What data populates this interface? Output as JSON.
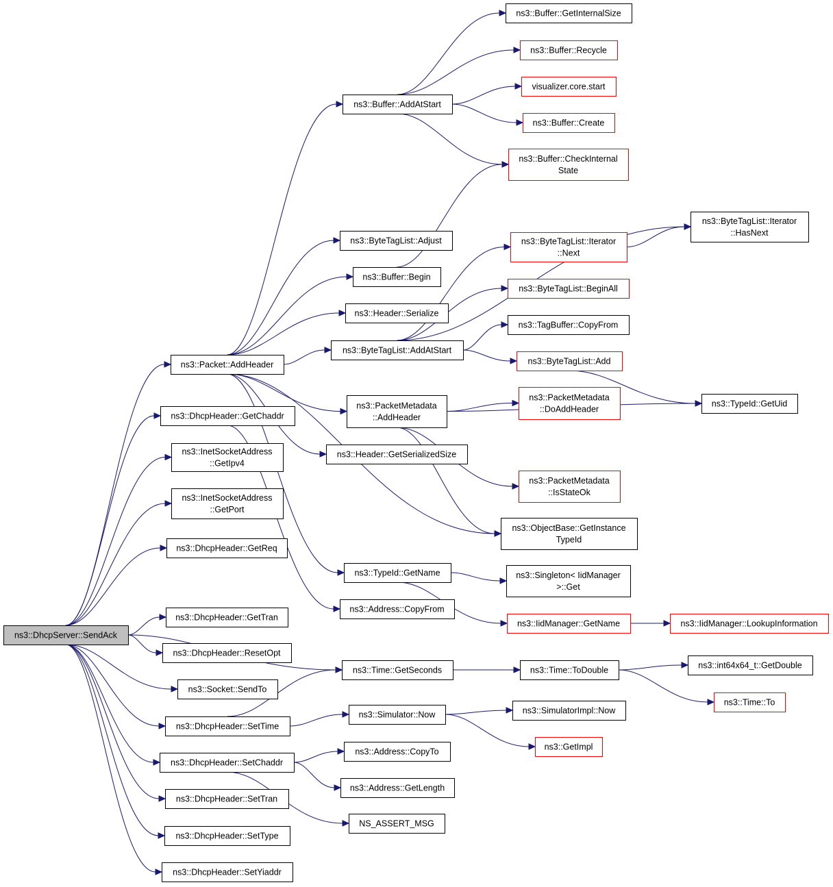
{
  "graph": {
    "nodes": [
      {
        "id": "n1",
        "lines": [
          "ns3::DhcpServer::SendAck"
        ],
        "root": true
      },
      {
        "id": "n2",
        "lines": [
          "ns3::Packet::AddHeader"
        ]
      },
      {
        "id": "n3",
        "lines": [
          "ns3::DhcpHeader::GetChaddr"
        ]
      },
      {
        "id": "n4",
        "lines": [
          "ns3::InetSocketAddress",
          "::GetIpv4"
        ]
      },
      {
        "id": "n5",
        "lines": [
          "ns3::InetSocketAddress",
          "::GetPort"
        ]
      },
      {
        "id": "n6",
        "lines": [
          "ns3::DhcpHeader::GetReq"
        ]
      },
      {
        "id": "n7",
        "lines": [
          "ns3::DhcpHeader::GetTran"
        ]
      },
      {
        "id": "n8",
        "lines": [
          "ns3::DhcpHeader::ResetOpt"
        ]
      },
      {
        "id": "n9",
        "lines": [
          "ns3::Socket::SendTo"
        ]
      },
      {
        "id": "n10",
        "lines": [
          "ns3::DhcpHeader::SetTime"
        ]
      },
      {
        "id": "n11",
        "lines": [
          "ns3::DhcpHeader::SetChaddr"
        ]
      },
      {
        "id": "n12",
        "lines": [
          "ns3::DhcpHeader::SetTran"
        ]
      },
      {
        "id": "n13",
        "lines": [
          "ns3::DhcpHeader::SetType"
        ]
      },
      {
        "id": "n14",
        "lines": [
          "ns3::DhcpHeader::SetYiaddr"
        ]
      },
      {
        "id": "n15",
        "lines": [
          "ns3::Buffer::AddAtStart"
        ]
      },
      {
        "id": "n16",
        "lines": [
          "ns3::ByteTagList::Adjust"
        ]
      },
      {
        "id": "n17",
        "lines": [
          "ns3::Buffer::Begin"
        ]
      },
      {
        "id": "n18",
        "lines": [
          "ns3::Header::Serialize"
        ]
      },
      {
        "id": "n19",
        "lines": [
          "ns3::ByteTagList::AddAtStart"
        ]
      },
      {
        "id": "n20",
        "lines": [
          "ns3::PacketMetadata",
          "::AddHeader"
        ]
      },
      {
        "id": "n21",
        "lines": [
          "ns3::Header::GetSerializedSize"
        ]
      },
      {
        "id": "n22",
        "lines": [
          "ns3::TypeId::GetName"
        ]
      },
      {
        "id": "n23",
        "lines": [
          "ns3::Address::CopyFrom"
        ]
      },
      {
        "id": "n24",
        "lines": [
          "ns3::Time::GetSeconds"
        ]
      },
      {
        "id": "n25",
        "lines": [
          "ns3::Simulator::Now"
        ]
      },
      {
        "id": "n26",
        "lines": [
          "ns3::Address::CopyTo"
        ]
      },
      {
        "id": "n27",
        "lines": [
          "ns3::Address::GetLength"
        ]
      },
      {
        "id": "n28",
        "lines": [
          "NS_ASSERT_MSG"
        ]
      },
      {
        "id": "n29",
        "lines": [
          "ns3::Buffer::GetInternalSize"
        ]
      },
      {
        "id": "n30",
        "lines": [
          "ns3::Buffer::Recycle"
        ],
        "red": true
      },
      {
        "id": "n31",
        "lines": [
          "visualizer.core.start"
        ],
        "red": true
      },
      {
        "id": "n32",
        "lines": [
          "ns3::Buffer::Create"
        ],
        "red": true
      },
      {
        "id": "n33",
        "lines": [
          "ns3::Buffer::CheckInternal",
          "State"
        ],
        "red": true
      },
      {
        "id": "n34",
        "lines": [
          "ns3::ByteTagList::Iterator",
          "::Next"
        ],
        "red": true
      },
      {
        "id": "n35",
        "lines": [
          "ns3::ByteTagList::BeginAll"
        ],
        "red": true
      },
      {
        "id": "n36",
        "lines": [
          "ns3::TagBuffer::CopyFrom"
        ]
      },
      {
        "id": "n37",
        "lines": [
          "ns3::ByteTagList::Add"
        ],
        "red": true
      },
      {
        "id": "n38",
        "lines": [
          "ns3::PacketMetadata",
          "::DoAddHeader"
        ],
        "red": true
      },
      {
        "id": "n39",
        "lines": [
          "ns3::PacketMetadata",
          "::IsStateOk"
        ],
        "red": true
      },
      {
        "id": "n40",
        "lines": [
          "ns3::ObjectBase::GetInstance",
          "TypeId"
        ]
      },
      {
        "id": "n41",
        "lines": [
          "ns3::Singleton< IidManager",
          ">::Get"
        ]
      },
      {
        "id": "n42",
        "lines": [
          "ns3::IidManager::GetName"
        ],
        "red": true
      },
      {
        "id": "n43",
        "lines": [
          "ns3::Time::ToDouble"
        ]
      },
      {
        "id": "n44",
        "lines": [
          "ns3::SimulatorImpl::Now"
        ]
      },
      {
        "id": "n45",
        "lines": [
          "ns3::GetImpl"
        ],
        "red": true
      },
      {
        "id": "n46",
        "lines": [
          "ns3::ByteTagList::Iterator",
          "::HasNext"
        ]
      },
      {
        "id": "n47",
        "lines": [
          "ns3::TypeId::GetUid"
        ]
      },
      {
        "id": "n48",
        "lines": [
          "ns3::IidManager::LookupInformation"
        ],
        "red": true
      },
      {
        "id": "n49",
        "lines": [
          "ns3::int64x64_t::GetDouble"
        ]
      },
      {
        "id": "n50",
        "lines": [
          "ns3::Time::To"
        ],
        "red": true
      }
    ],
    "edges": [
      [
        "n1",
        "n2"
      ],
      [
        "n1",
        "n3"
      ],
      [
        "n1",
        "n4"
      ],
      [
        "n1",
        "n5"
      ],
      [
        "n1",
        "n6"
      ],
      [
        "n1",
        "n7"
      ],
      [
        "n1",
        "n8"
      ],
      [
        "n1",
        "n9"
      ],
      [
        "n1",
        "n10"
      ],
      [
        "n1",
        "n11"
      ],
      [
        "n1",
        "n12"
      ],
      [
        "n1",
        "n13"
      ],
      [
        "n1",
        "n14"
      ],
      [
        "n1",
        "n24"
      ],
      [
        "n2",
        "n15"
      ],
      [
        "n2",
        "n16"
      ],
      [
        "n2",
        "n17"
      ],
      [
        "n2",
        "n18"
      ],
      [
        "n2",
        "n19"
      ],
      [
        "n2",
        "n20"
      ],
      [
        "n2",
        "n21"
      ],
      [
        "n2",
        "n22"
      ],
      [
        "n2",
        "n40"
      ],
      [
        "n3",
        "n23"
      ],
      [
        "n10",
        "n24"
      ],
      [
        "n10",
        "n25"
      ],
      [
        "n11",
        "n26"
      ],
      [
        "n11",
        "n27"
      ],
      [
        "n11",
        "n28"
      ],
      [
        "n15",
        "n29"
      ],
      [
        "n15",
        "n30"
      ],
      [
        "n15",
        "n31"
      ],
      [
        "n15",
        "n32"
      ],
      [
        "n15",
        "n33"
      ],
      [
        "n17",
        "n33"
      ],
      [
        "n19",
        "n34"
      ],
      [
        "n19",
        "n35"
      ],
      [
        "n19",
        "n36"
      ],
      [
        "n19",
        "n37"
      ],
      [
        "n19",
        "n46"
      ],
      [
        "n20",
        "n38"
      ],
      [
        "n20",
        "n39"
      ],
      [
        "n20",
        "n40"
      ],
      [
        "n20",
        "n47"
      ],
      [
        "n22",
        "n41"
      ],
      [
        "n22",
        "n42"
      ],
      [
        "n24",
        "n43"
      ],
      [
        "n25",
        "n44"
      ],
      [
        "n25",
        "n45"
      ],
      [
        "n34",
        "n46"
      ],
      [
        "n37",
        "n47"
      ],
      [
        "n42",
        "n48"
      ],
      [
        "n43",
        "n49"
      ],
      [
        "n43",
        "n50"
      ]
    ]
  }
}
